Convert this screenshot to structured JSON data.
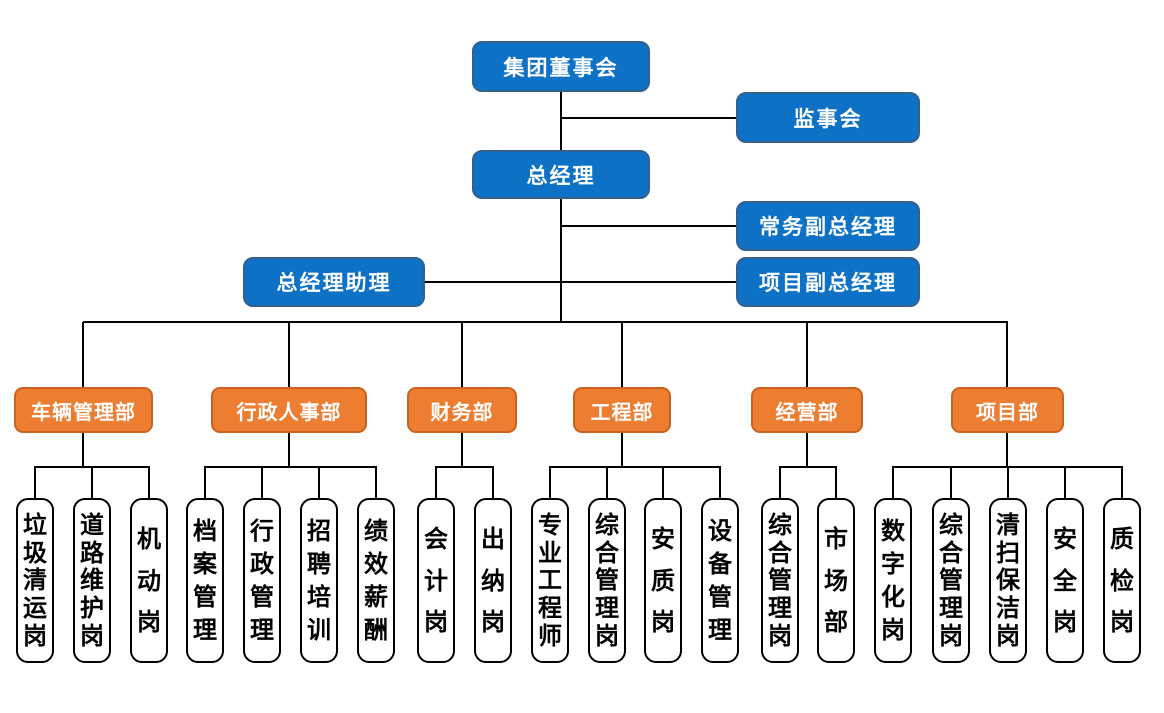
{
  "page": {
    "background": "#ffffff"
  },
  "colors": {
    "node_blue_fill": "#0D72C6",
    "node_blue_border": "#33608C",
    "dept_orange_fill": "#ED7D31",
    "dept_orange_border": "#CB6320",
    "position_border": "#000000",
    "position_text": "#000000",
    "node_text": "#ffffff",
    "connector": "#000000"
  },
  "org_chart": {
    "executive_nodes": {
      "board": "集团董事会",
      "supervisory_board": "监事会",
      "general_manager": "总经理",
      "executive_deputy_gm": "常务副总经理",
      "gm_assistant": "总经理助理",
      "project_deputy_gm": "项目副总经理"
    },
    "departments": [
      {
        "name": "车辆管理部",
        "positions": [
          "垃圾清运岗",
          "道路维护岗",
          "机动岗"
        ]
      },
      {
        "name": "行政人事部",
        "positions": [
          "档案管理",
          "行政管理",
          "招聘培训",
          "绩效薪酬"
        ]
      },
      {
        "name": "财务部",
        "positions": [
          "会计岗",
          "出纳岗"
        ]
      },
      {
        "name": "工程部",
        "positions": [
          "专业工程师",
          "综合管理岗",
          "安质岗",
          "设备管理"
        ]
      },
      {
        "name": "经营部",
        "positions": [
          "综合管理岗",
          "市场部"
        ]
      },
      {
        "name": "项目部",
        "positions": [
          "数字化岗",
          "综合管理岗",
          "清扫保洁岗",
          "安全岗",
          "质检岗"
        ]
      }
    ]
  }
}
